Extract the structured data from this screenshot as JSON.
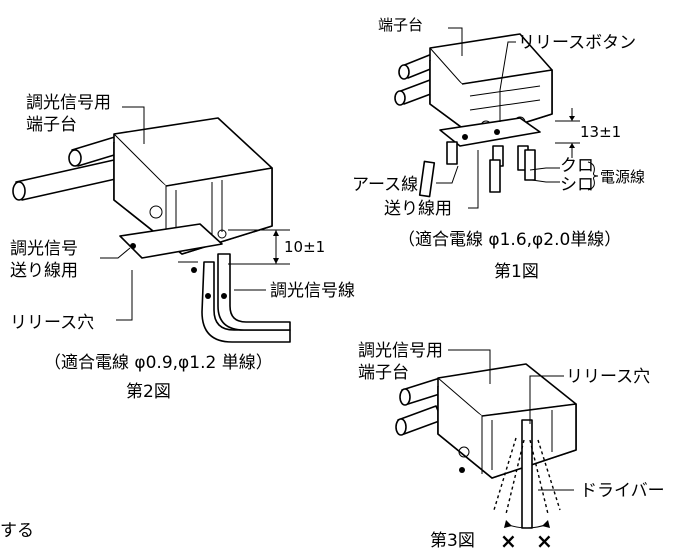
{
  "figure1": {
    "terminal_block": "端子台",
    "release_button": "リリースボタン",
    "dimension": "13±1",
    "earth_wire": "アース線",
    "black": "クロ",
    "white": "シロ",
    "power_wire": "電源線",
    "transfer_wire": "送り線用",
    "wire_spec": "（適合電線 φ1.6,φ2.0単線）",
    "caption": "第1図"
  },
  "figure2": {
    "terminal_block_line1": "調光信号用",
    "terminal_block_line2": "端子台",
    "signal_transfer_line1": "調光信号",
    "signal_transfer_line2": "送り線用",
    "dimension": "10±1",
    "signal_wire": "調光信号線",
    "release_hole": "リリース穴",
    "wire_spec": "（適合電線 φ0.9,φ1.2 単線）",
    "caption": "第2図"
  },
  "figure3": {
    "terminal_block_line1": "調光信号用",
    "terminal_block_line2": "端子台",
    "release_hole": "リリース穴",
    "driver": "ドライバー",
    "prohibit_mark_1": "×",
    "prohibit_mark_2": "×",
    "caption": "第3図"
  },
  "fragment": {
    "text": "する"
  }
}
